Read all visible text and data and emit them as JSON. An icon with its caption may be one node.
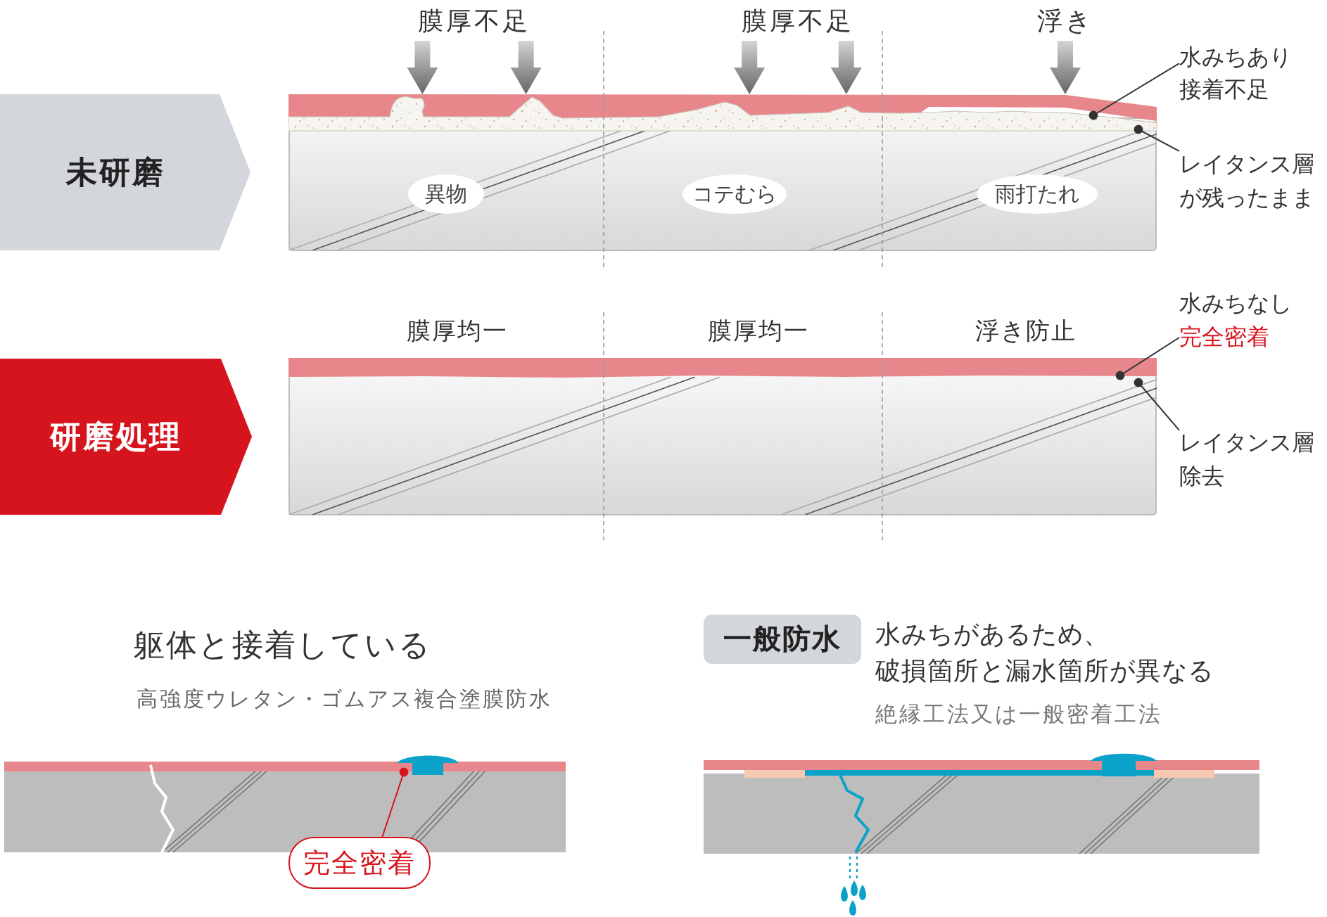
{
  "diagram": {
    "nodes": [
      {
        "text": [
          "膜厚不足"
        ]
      },
      {
        "text": [
          "膜厚不足"
        ]
      },
      {
        "text": [
          "浮き"
        ]
      },
      {
        "text": [
          "水みちあり接着不足"
        ]
      },
      {
        "text": [
          "未研磨"
        ]
      },
      {
        "text": [
          "異物"
        ]
      },
      {
        "text": [
          "コテむら"
        ]
      },
      {
        "text": [
          "雨打たれ"
        ]
      },
      {
        "text": [
          "レイタンス層が残ったまま"
        ]
      },
      {
        "text": [
          "水みちなし",
          "完全密着"
        ]
      },
      {
        "text": [
          "研磨処理"
        ]
      },
      {
        "text": [
          "レイタンス層除去"
        ]
      },
      {
        "text": [
          "完全密着"
        ]
      },
      {
        "text": [
          "一般防水"
        ]
      }
    ],
    "edges": [
      {
        "from": 0,
        "to": null,
        "arrow": "to",
        "style": "thick"
      },
      {
        "from": 0,
        "to": null,
        "arrow": "to",
        "style": "thick"
      },
      {
        "from": 1,
        "to": null,
        "arrow": "to",
        "style": "thick"
      },
      {
        "from": 1,
        "to": null,
        "arrow": "to",
        "style": "thick"
      },
      {
        "from": 2,
        "to": null,
        "arrow": "to",
        "style": "thick"
      },
      {
        "from": 3,
        "to": null,
        "arrow": "other",
        "color": "#333333"
      },
      {
        "from": 8,
        "to": null,
        "arrow": "other",
        "color": "#333333"
      },
      {
        "from": 9,
        "to": null,
        "arrow": "other",
        "color": "#333333"
      },
      {
        "from": 11,
        "to": null,
        "arrow": "other",
        "color": "#333333"
      },
      {
        "from": 12,
        "to": null,
        "arrow": "other",
        "color": "#d7141e"
      }
    ],
    "labels": [
      "膜厚均一",
      "膜厚均一",
      "浮き防止",
      "躯体と接着している",
      "高強度ウレタン・ゴムアス複合塗膜防水",
      "水みちがあるため、破損箇所と漏水箇所が異なる",
      "絶縁工法又は一般密着工法"
    ]
  }
}
